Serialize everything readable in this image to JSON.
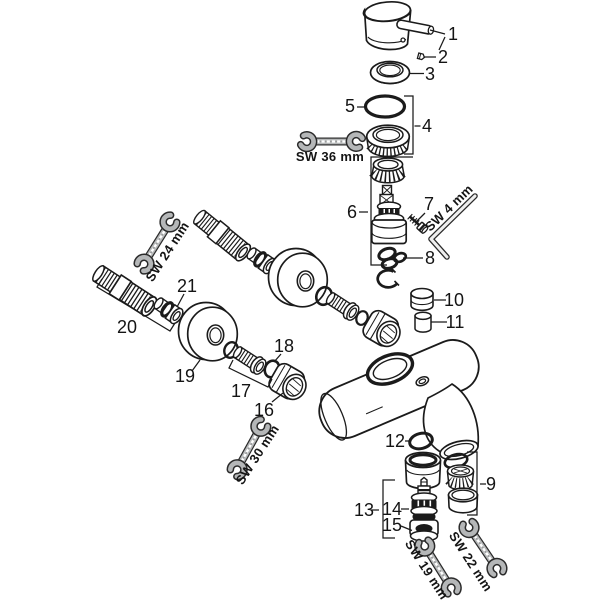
{
  "diagram": {
    "kind": "exploded-parts-diagram",
    "background": "#ffffff",
    "line_color": "#1b1b1b",
    "tool_fill": "#b5b7b8",
    "part_labels": {
      "p1": "1",
      "p2": "2",
      "p3": "3",
      "p4": "4",
      "p5": "5",
      "p6": "6",
      "p7": "7",
      "p8": "8",
      "p9": "9",
      "p10": "10",
      "p11": "11",
      "p12": "12",
      "p13": "13",
      "p14": "14",
      "p15": "15",
      "p16": "16",
      "p17": "17",
      "p18": "18",
      "p19": "19",
      "p20": "20",
      "p21": "21"
    },
    "tool_labels": {
      "sw36": "SW 36 mm",
      "sw24": "SW 24 mm",
      "sw4": "SW 4 mm",
      "sw30": "SW 30 mm",
      "sw22": "SW 22 mm",
      "sw19": "SW 19 mm"
    }
  }
}
